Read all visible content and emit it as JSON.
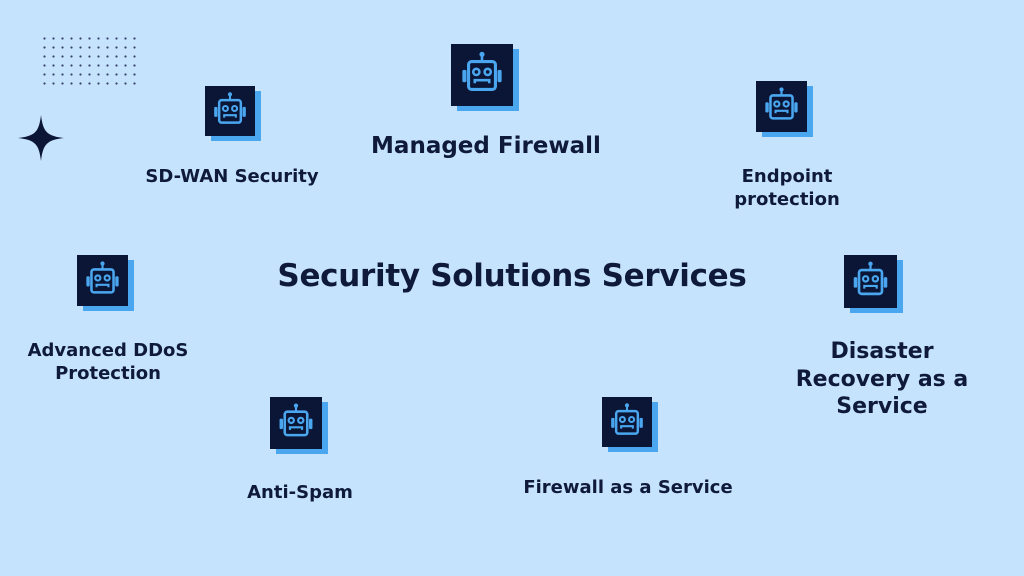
{
  "diagram": {
    "title": "Security Solutions Services",
    "services": {
      "managed_firewall": {
        "label": "Managed Firewall",
        "icon": "robot-icon"
      },
      "sd_wan": {
        "label": "SD-WAN Security",
        "icon": "robot-icon"
      },
      "endpoint": {
        "label": "Endpoint protection",
        "icon": "robot-icon"
      },
      "ddos": {
        "label": "Advanced DDoS Protection",
        "icon": "robot-icon"
      },
      "disaster": {
        "label": "Disaster Recovery as a Service",
        "icon": "robot-icon"
      },
      "anti_spam": {
        "label": "Anti-Spam",
        "icon": "robot-icon"
      },
      "faas": {
        "label": "Firewall as a Service",
        "icon": "robot-icon"
      }
    }
  },
  "colors": {
    "background": "#c6e3fd",
    "icon_tile": "#0b1535",
    "icon_shadow": "#4aa6ef",
    "text": "#0f1a3a"
  }
}
